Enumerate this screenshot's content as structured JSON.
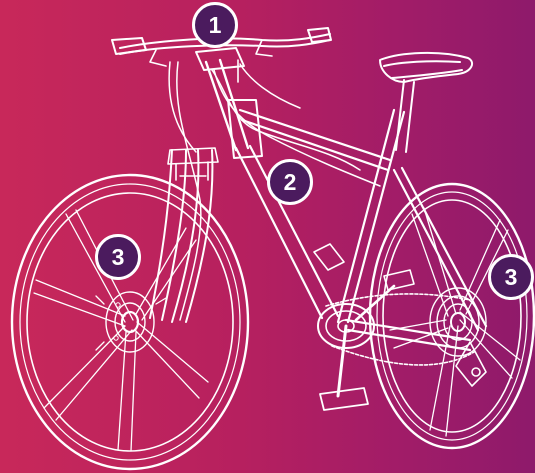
{
  "callouts": [
    {
      "label": "1",
      "part": "handlebar-cables"
    },
    {
      "label": "2",
      "part": "frame-cable-routing"
    },
    {
      "label": "3",
      "part": "front-wheel-hub"
    },
    {
      "label": "3",
      "part": "rear-wheel-hub"
    }
  ],
  "colors": {
    "background_left": "#c8285a",
    "background_right": "#8e1a6b",
    "line": "#ffffff",
    "callout_fill": "#4b1b5e"
  }
}
